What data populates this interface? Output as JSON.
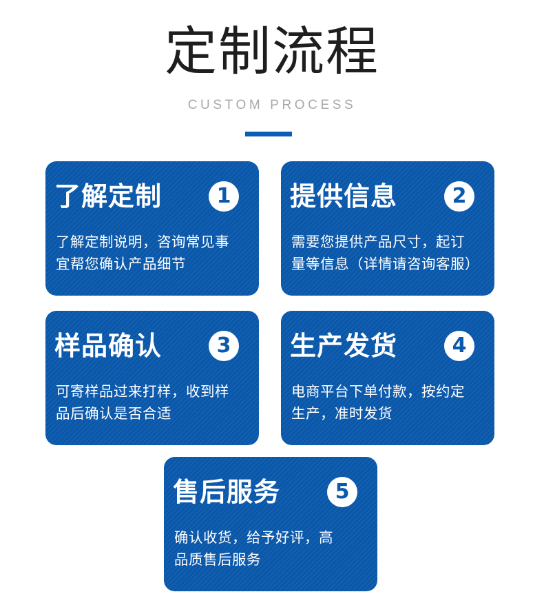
{
  "header": {
    "title": "定制流程",
    "subtitle": "CUSTOM PROCESS"
  },
  "colors": {
    "card_blue": "#0a59ad",
    "accent_bar": "#0b5cb5",
    "title_text": "#1e1e1e",
    "subtitle_text": "#a8a8a8"
  },
  "steps": [
    {
      "number": "1",
      "title": "了解定制",
      "body": "了解定制说明，咨询常见事\n宜帮您确认产品细节"
    },
    {
      "number": "2",
      "title": "提供信息",
      "body": "需要您提供产品尺寸，起订\n量等信息（详情请咨询客服）"
    },
    {
      "number": "3",
      "title": "样品确认",
      "body": "可寄样品过来打样，收到样\n品后确认是否合适"
    },
    {
      "number": "4",
      "title": "生产发货",
      "body": "电商平台下单付款，按约定\n生产，准时发货"
    },
    {
      "number": "5",
      "title": "售后服务",
      "body": "确认收货，给予好评，高\n品质售后服务"
    }
  ]
}
